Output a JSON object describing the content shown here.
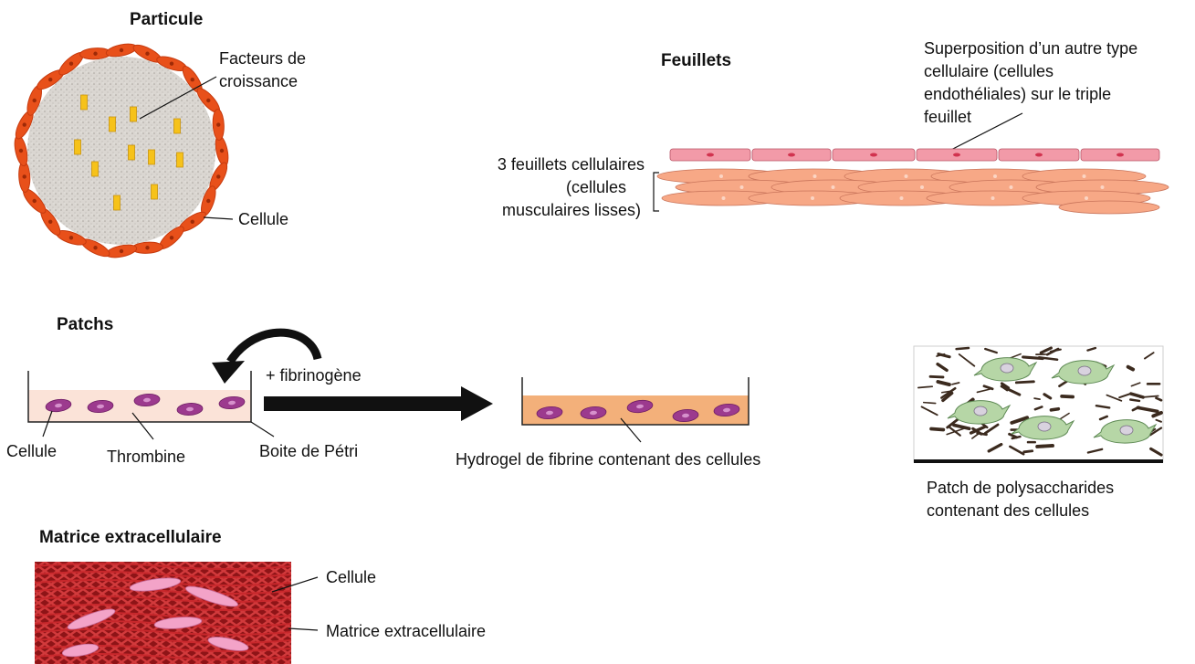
{
  "particle": {
    "title": "Particule",
    "growth_factors_label_1": "Facteurs de",
    "growth_factors_label_2": "croissance",
    "cell_label": "Cellule"
  },
  "sheets": {
    "title": "Feuillets",
    "overlay_label": [
      "Superposition d’un autre type",
      "cellulaire (cellules",
      "endothéliales) sur le triple",
      "feuillet"
    ],
    "layers_label": [
      "3 feuillets cellulaires",
      "(cellules",
      "musculaires lisses)"
    ]
  },
  "patches": {
    "title": "Patchs",
    "reagent_label": "+ fibrinogène",
    "cell_label": "Cellule",
    "thrombin_label": "Thrombine",
    "dish_label": "Boite de Pétri",
    "hydrogel_label": "Hydrogel de fibrine contenant des cellules",
    "polysaccharide_label": [
      "Patch de polysaccharides",
      "contenant des cellules"
    ]
  },
  "matrix": {
    "title": "Matrice extracellulaire",
    "cell_label": "Cellule",
    "matrix_label": "Matrice extracellulaire"
  },
  "colors": {
    "cell_orange": "#e8501a",
    "particle_core": "#d9d6d2",
    "growth_factor": "#f6c21a",
    "endothelial": "#f29aa8",
    "smooth_muscle": "#f7a886",
    "thrombin_medium": "#fbe3d8",
    "hydrogel": "#f3b07a",
    "purple_cell": "#9c3a8e",
    "green_cell": "#b6d6a6",
    "matrix_red": "#b81e22",
    "matrix_cell": "#f3a3c8"
  }
}
